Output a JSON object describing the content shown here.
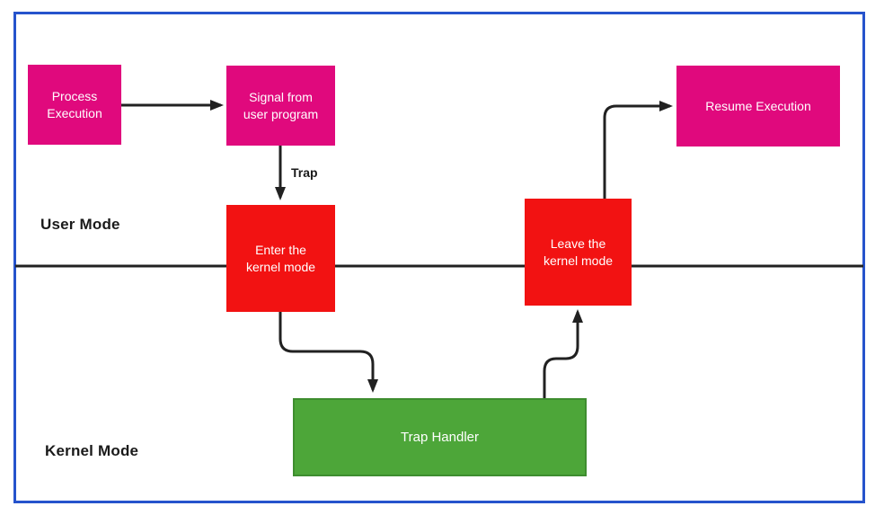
{
  "diagram": {
    "type": "flowchart",
    "topic": "Trap handling: switching between user mode and kernel mode",
    "regions": {
      "user_mode": "User Mode",
      "kernel_mode": "Kernel Mode"
    },
    "nodes": {
      "process": {
        "label": "Process\nExecution",
        "color": "#e0097d",
        "region": "user_mode"
      },
      "signal": {
        "label": "Signal from\nuser program",
        "color": "#e0097d",
        "region": "user_mode"
      },
      "resume": {
        "label": "Resume Execution",
        "color": "#e0097d",
        "region": "user_mode"
      },
      "enter": {
        "label": "Enter the\nkernel mode",
        "color": "#f21212",
        "region": "boundary"
      },
      "leave": {
        "label": "Leave the\nkernel mode",
        "color": "#f21212",
        "region": "boundary"
      },
      "trap_handler": {
        "label": "Trap Handler",
        "color": "#4da639",
        "region": "kernel_mode"
      }
    },
    "edges": [
      {
        "from": "process",
        "to": "signal",
        "label": ""
      },
      {
        "from": "signal",
        "to": "enter",
        "label": "Trap"
      },
      {
        "from": "enter",
        "to": "trap_handler",
        "label": ""
      },
      {
        "from": "trap_handler",
        "to": "leave",
        "label": ""
      },
      {
        "from": "leave",
        "to": "resume",
        "label": ""
      }
    ],
    "edge_labels": {
      "trap": "Trap"
    },
    "colors": {
      "frame_border": "#2653cc",
      "divider_line": "#212121",
      "arrow": "#212121",
      "pink_box": "#e0097d",
      "red_box": "#f21212",
      "green_box": "#4da639",
      "green_box_border": "#3e8d2f",
      "label_text": "#1a1a1a",
      "node_text": "#ffffff"
    }
  }
}
